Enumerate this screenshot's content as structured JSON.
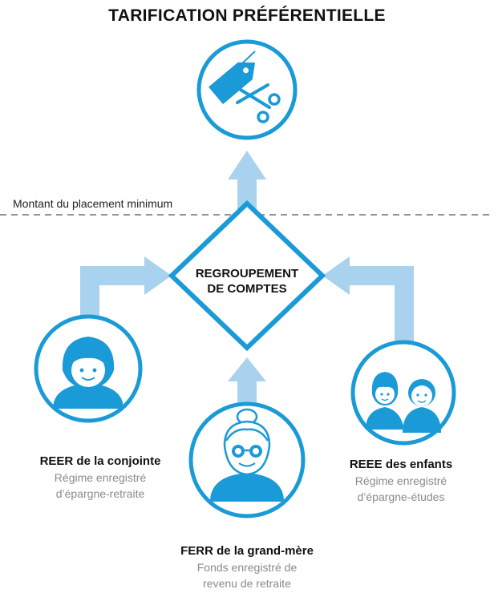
{
  "title": "TARIFICATION PRÉFÉRENTIELLE",
  "threshold_label": "Montant du placement minimum",
  "center": {
    "line1": "REGROUPEMENT",
    "line2": "DE COMPTES"
  },
  "accounts": {
    "left": {
      "name": "REER de la conjointe",
      "sub1": "Régime enregistré",
      "sub2": "d’épargne-retraite"
    },
    "right": {
      "name": "REEE des enfants",
      "sub1": "Régime enregistré",
      "sub2": "d’épargne-études"
    },
    "bottom": {
      "name": "FERR de la grand-mère",
      "sub1": "Fonds enregistré de",
      "sub2": "revenu de retraite"
    }
  },
  "icons": {
    "top": "price-tag-scissors-icon",
    "left": "woman-icon",
    "right": "children-icon",
    "bottom": "grandmother-icon"
  },
  "colors": {
    "primary_blue": "#1a9ad6",
    "arrow_blue": "#a9d2ee",
    "dashed_line": "#555555",
    "text_gray": "#8a8a8a"
  }
}
